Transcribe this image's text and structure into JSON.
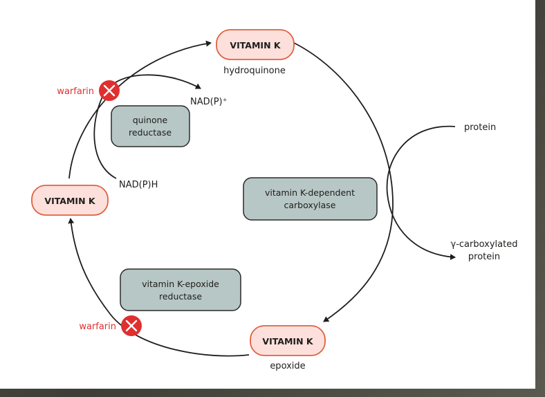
{
  "nodes": {
    "vk_top": {
      "title": "VITAMIN K",
      "subtitle": "hydroquinone"
    },
    "vk_left": {
      "title": "VITAMIN K"
    },
    "vk_bottom": {
      "title": "VITAMIN K",
      "subtitle": "epoxide"
    }
  },
  "enzymes": {
    "quinone_reductase": [
      "quinone",
      "reductase"
    ],
    "carboxylase": [
      "vitamin K-dependent",
      "carboxylase"
    ],
    "epoxide_reductase": [
      "vitamin K-epoxide",
      "reductase"
    ]
  },
  "cofactors": {
    "nadp_plus": "NAD(P)⁺",
    "nadph": "NAD(P)H"
  },
  "inhibitors": {
    "top": "warfarin",
    "bottom": "warfarin"
  },
  "substrates": {
    "protein": "protein",
    "product": [
      "γ-carboxylated",
      "protein"
    ]
  },
  "colors": {
    "vitamin_fill": "#fde0dc",
    "vitamin_stroke": "#e0603f",
    "enzyme_fill": "#b7c7c5",
    "enzyme_stroke": "#2a2a2a",
    "inhibitor": "#e02f2f"
  }
}
